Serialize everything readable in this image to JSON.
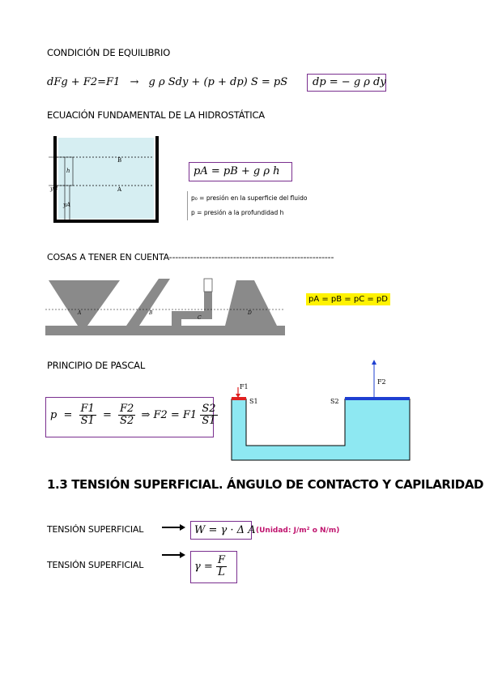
{
  "equilibrium": {
    "heading": "CONDICIÓN DE EQUILIBRIO",
    "lhs": "dFg + F2=F1",
    "arrow": "→",
    "rhs": "g ρ Sdy + (p  +  dp) S  =  pS",
    "boxed": "dp  =  − g ρ dy"
  },
  "hydrostatic": {
    "heading": "ECUACIÓN FUNDAMENTAL DE LA HIDROSTÁTICA",
    "formula": "pA  =  pB  +  g ρ h",
    "legend": [
      "p₀ = presión en la superficie del fluido",
      "p = presión a la profundidad h"
    ],
    "diagram_labels": {
      "h": "h",
      "yB": "yB",
      "yA": "yA",
      "B": "B",
      "A": "A"
    }
  },
  "notes": {
    "heading": "COSAS A TENER EN CUENTA------------------------------------------------------",
    "equal_pressures": "pA = pB = pC = pD",
    "diagram_labels": {
      "A": "A",
      "B": "B",
      "C": "C",
      "D": "D"
    }
  },
  "pascal": {
    "heading": "PRINCIPIO DE PASCAL",
    "formula": {
      "p": "p",
      "F1": "F1",
      "S1": "S1",
      "F2": "F2",
      "S2": "S2",
      "result": "⇒ F2  =  F1"
    },
    "diagram_labels": {
      "F1": "F1",
      "F2": "F2",
      "S1": "S1",
      "S2": "S2"
    }
  },
  "section": {
    "title": "1.3 TENSIÓN SUPERFICIAL. ÁNGULO DE CONTACTO Y CAPILARIDAD"
  },
  "surface_tension": [
    {
      "label": "TENSIÓN SUPERFICIAL",
      "formula": "W =  γ · Δ A",
      "units": "(Unidad: J/m² o N/m)"
    },
    {
      "label": "TENSIÓN SUPERFICIAL",
      "formula_lhs": "γ  =",
      "num": "F",
      "den": "L"
    }
  ],
  "colors": {
    "box_border": "#7a2f8f",
    "water": "#8ee8f2",
    "tank_water": "#d6eef2",
    "gray_fluid": "#8a8a8a",
    "highlight": "#fff200",
    "units_text": "#c0146e",
    "piston_blue": "#1d3fd1",
    "piston_red": "#e02020"
  }
}
